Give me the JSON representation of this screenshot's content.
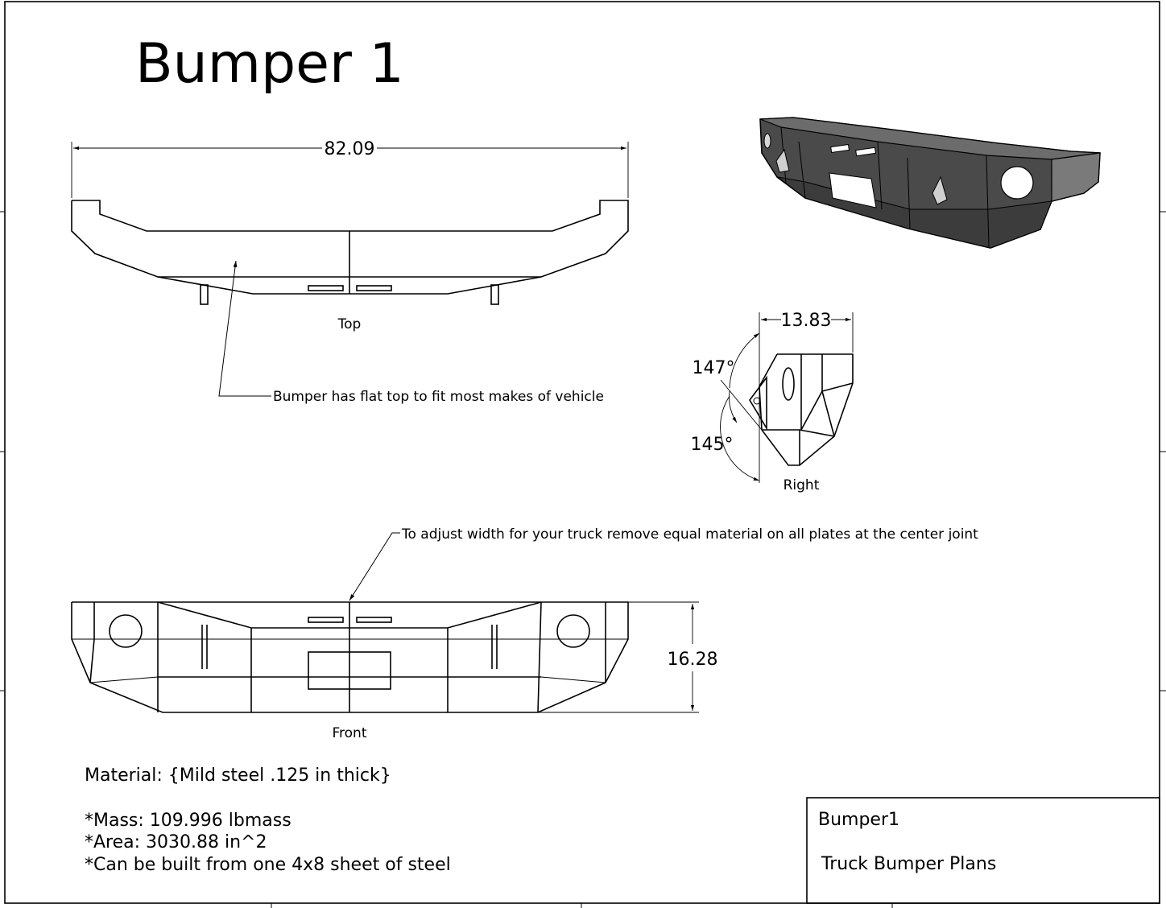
{
  "sheet": {
    "title": "Bumper 1"
  },
  "top_view": {
    "label": "Top",
    "width_dim": "82.09",
    "note": "Bumper has flat top to fit most makes of vehicle"
  },
  "right_view": {
    "label": "Right",
    "depth_dim": "13.83",
    "angle_upper": "147°",
    "angle_lower": "145°"
  },
  "front_view": {
    "label": "Front",
    "height_dim": "16.28",
    "note": "To adjust width for your truck remove equal material on all plates at the center joint"
  },
  "specs": {
    "material": "Material: {Mild steel .125 in thick}",
    "mass": "*Mass: 109.996 lbmass",
    "area": "*Area: 3030.88 in^2",
    "sheet_note": "*Can be built from one 4x8 sheet of steel"
  },
  "title_block": {
    "part_name": "Bumper1",
    "description": "Truck Bumper Plans"
  }
}
